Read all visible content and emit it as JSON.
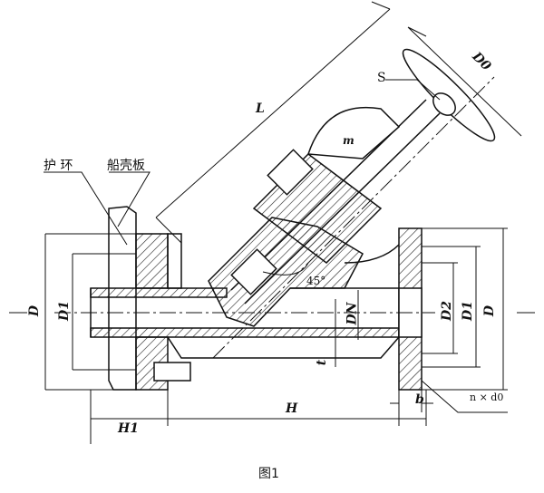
{
  "figure": {
    "caption": "图1",
    "labels": {
      "L": "L",
      "D0": "D0",
      "S": "S",
      "m": "m",
      "guard_ring": "护 环",
      "hull_plate": "船壳板",
      "D_left": "D",
      "D1_left": "D1",
      "angle": "45°",
      "DN": "DN",
      "D2": "D2",
      "D1_right": "D1",
      "D_right": "D",
      "t": "t",
      "b": "b",
      "bolt_holes": "n × d0",
      "H1": "H1",
      "H": "H"
    }
  }
}
